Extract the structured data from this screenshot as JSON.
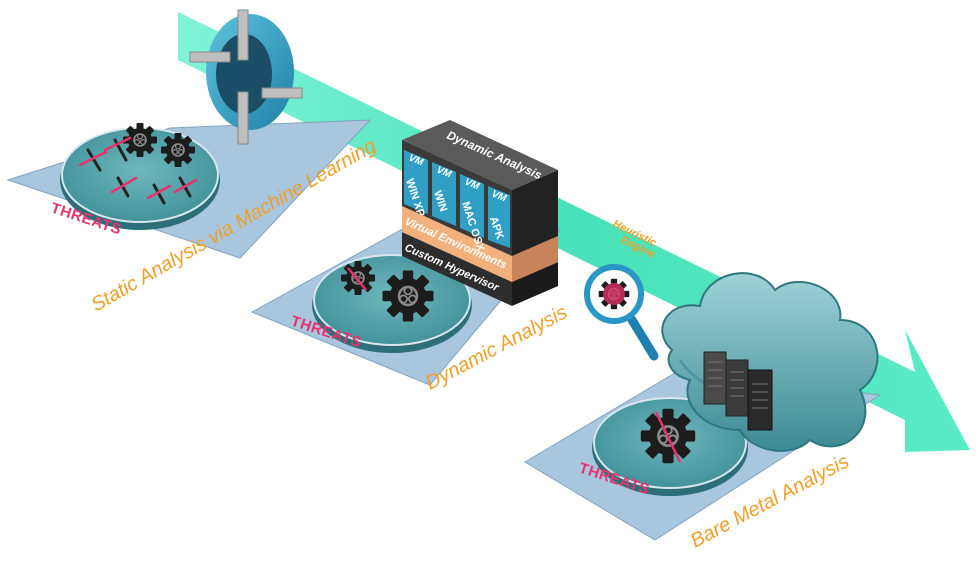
{
  "stages": {
    "static": {
      "threats_label": "THREATS",
      "label": "Static Analysis via Machine Learning"
    },
    "dynamic": {
      "threats_label": "THREATS",
      "label": "Dynamic Analysis"
    },
    "bare_metal": {
      "threats_label": "THREATS",
      "label": "Bare Metal Analysis"
    }
  },
  "sandbox": {
    "title": "Dynamic Analysis",
    "vm_label": "VM",
    "vms": [
      {
        "os": "WIN XP"
      },
      {
        "os": "WIN"
      },
      {
        "os": "MAC OSX"
      },
      {
        "os": "APK"
      }
    ],
    "virtual_env_label": "Virtual Environments",
    "hypervisor_label": "Custom Hypervisor"
  },
  "heuristic": {
    "line1": "Heuristic",
    "line2": "Engine"
  },
  "colors": {
    "arrow": "#4ee6c0",
    "platform": "#a9c6df",
    "threat_text": "#e8326e",
    "stage_text": "#f0a028",
    "vm_blue": "#2f9fc6",
    "cloud": "#5aa3ad"
  },
  "icons": [
    "crosshair-icon",
    "gear-biohazard-icon",
    "magnifier-icon",
    "cloud-icon",
    "server-rack-icon",
    "syringe-icon"
  ]
}
